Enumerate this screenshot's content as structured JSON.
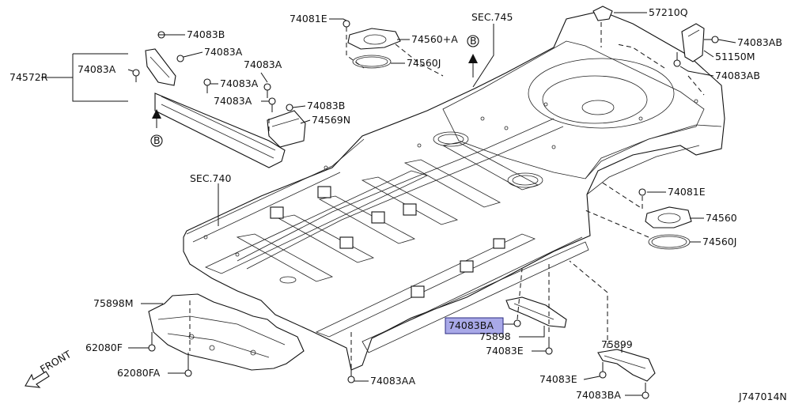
{
  "diagram": {
    "code": "J747014N",
    "front_label": "FRONT",
    "section_labels": [
      "SEC.745",
      "SEC.740"
    ],
    "callouts": [
      "B",
      "B"
    ],
    "highlighted_part": "74083BA",
    "highlight_color": "#a9a9e8",
    "part_labels": [
      "74081E",
      "74560+A",
      "74560J",
      "57210Q",
      "74083AB",
      "51150M",
      "74083AB",
      "74083B",
      "74083A",
      "74572R",
      "74083A",
      "74083A",
      "74083A",
      "74083A",
      "74083B",
      "74569N",
      "74081E",
      "74560",
      "74560J",
      "75898M",
      "62080F",
      "62080FA",
      "74083AA",
      "74083BA",
      "75898",
      "74083E",
      "75899",
      "74083E",
      "74083BA"
    ]
  }
}
